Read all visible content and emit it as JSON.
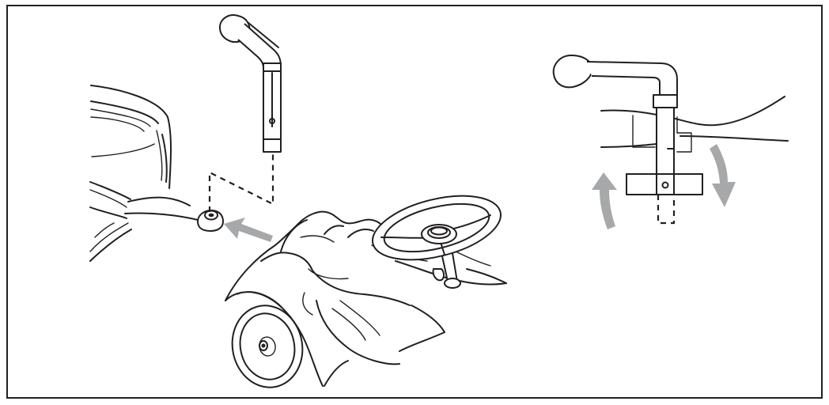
{
  "figure": {
    "panels": [
      {
        "id": "assembly",
        "content": [
          "pin-icon",
          "bobby-car-body",
          "steering-wheel",
          "tow-hook-eyelet",
          "insert-arrow"
        ]
      },
      {
        "id": "detail",
        "content": [
          "pin-icon",
          "crossbar",
          "rotate-arrows"
        ]
      }
    ],
    "colors": {
      "line": "#231f20",
      "arrow": "#a6a8aa",
      "background": "#ffffff"
    }
  }
}
